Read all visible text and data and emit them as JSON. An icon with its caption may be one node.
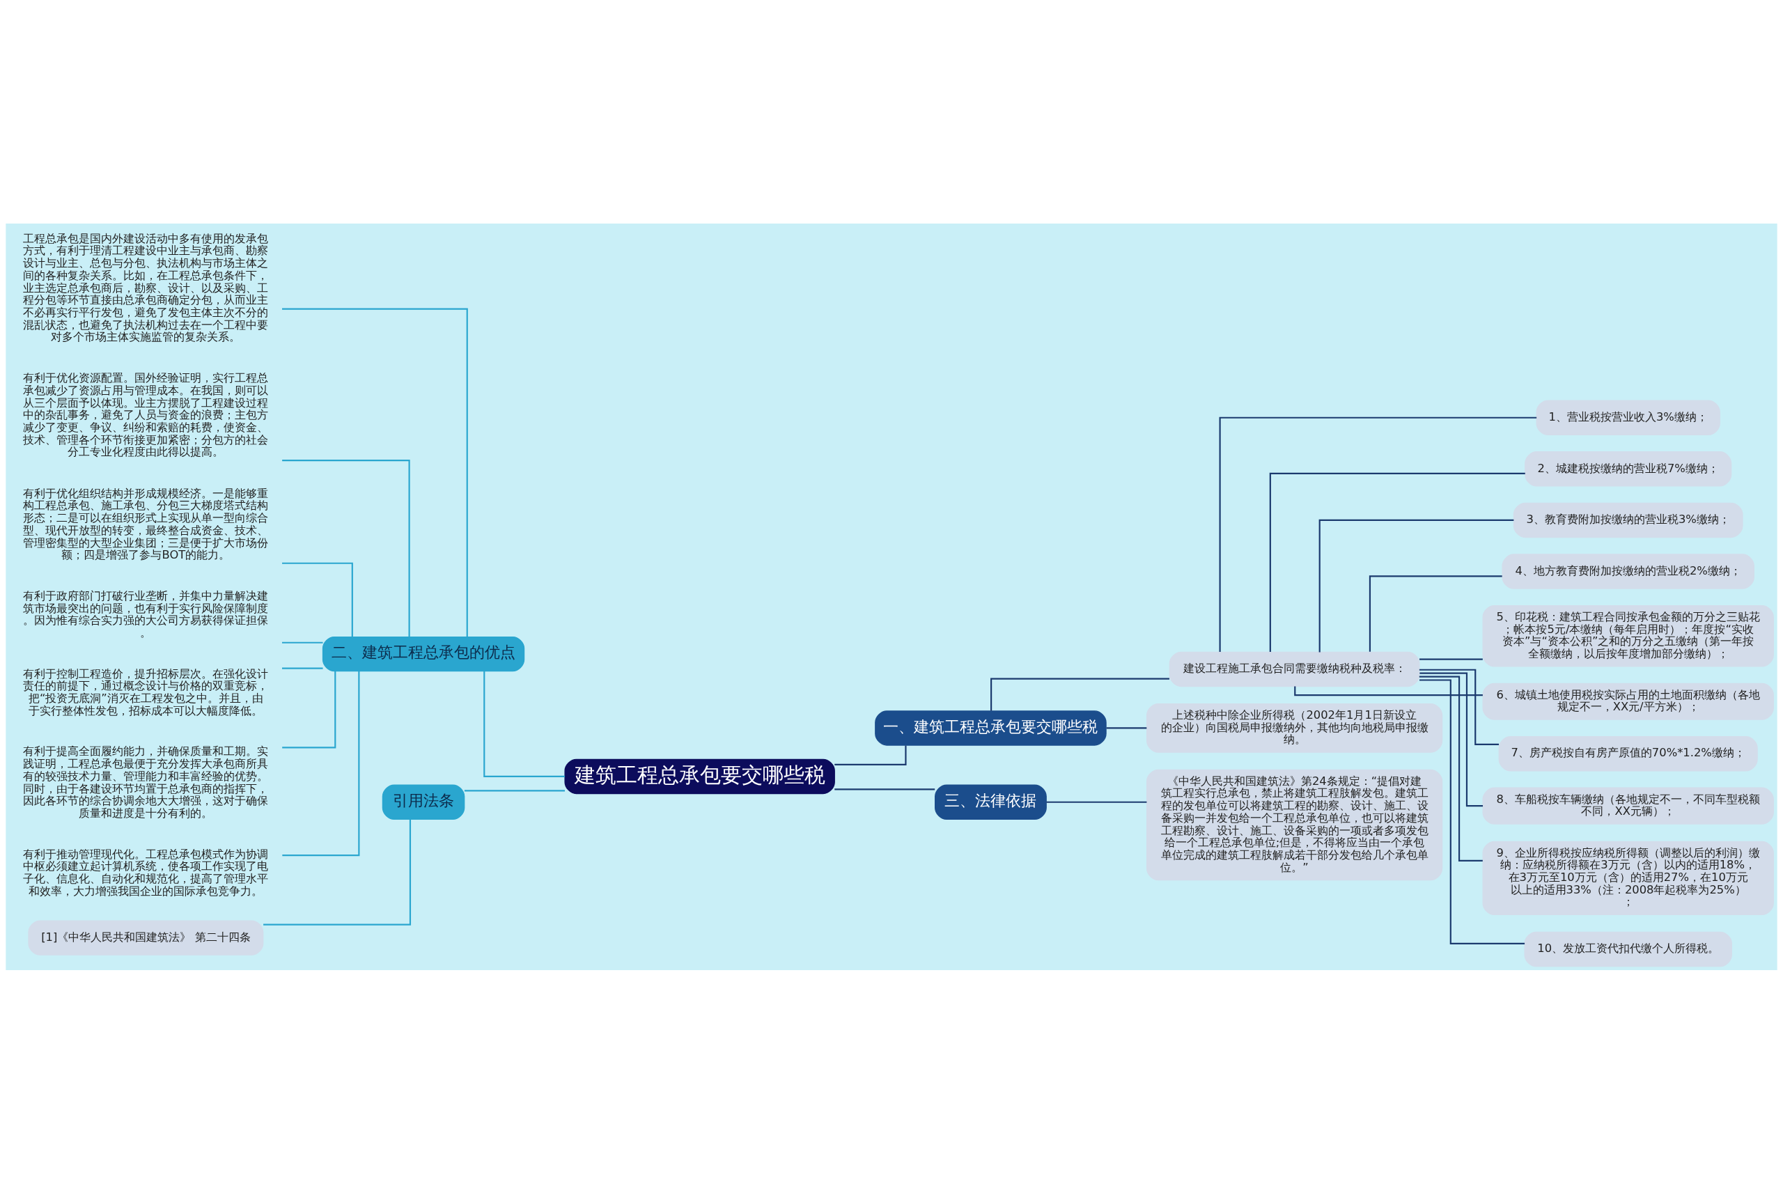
{
  "diagram": {
    "nodes": [
      {
        "text": [
          "建筑工程总承包要交哪些税"
        ]
      },
      {
        "text": [
          "一、建筑工程总承包要交哪些税"
        ]
      },
      {
        "text": [
          "建设工程施工承包合同需要缴纳税种及税率："
        ]
      },
      {
        "text": [
          "1、营业税按营业收入3%缴纳；"
        ]
      },
      {
        "text": [
          "2、城建税按缴纳的营业税7%缴纳；"
        ]
      },
      {
        "text": [
          "3、教育费附加按缴纳的营业税3%缴纳；"
        ]
      },
      {
        "text": [
          "4、地方教育费附加按缴纳的营业税2%缴纳；"
        ]
      },
      {
        "text": [
          "5、印花税：建筑工程合同按承包金额的万分之三贴花；帐本按5元/本缴纳（每年启用时）；年度按“实收资本”与“资本公积”之和的万分之五缴纳（第一年按全额缴纳，以后按年度增加部分缴纳）；"
        ]
      },
      {
        "text": [
          "6、城镇土地使用税按实际占用的土地面积缴纳（各地规定不一，XX元/平方米）；"
        ]
      },
      {
        "text": [
          "7、房产税按自有房产原值的70%*1.2%缴纳；"
        ]
      },
      {
        "text": [
          "8、车船税按车辆缴纳（各地规定不一，不同车型税额不同，XX元辆）；"
        ]
      },
      {
        "text": [
          "9、企业所得税按应纳税所得额（调整以后的利润）缴纳：应纳税所得额在3万元（含）以内的适用18%，在3万元至10万元（含）的适用27%，在10万元以上的适用33%（注：2008年起税率为25%）；"
        ]
      },
      {
        "text": [
          "10、发放工资代扣代缴个人所得税。"
        ]
      },
      {
        "text": [
          "上述税种中除企业所得税（2002年1月1日新设立的企业）向国税局申报缴纳外，其他均向地税局申报缴纳。"
        ]
      },
      {
        "text": [
          "三、法律依据"
        ]
      },
      {
        "text": [
          "《中华人民共和国建筑法》第24条规定：“提倡对建筑工程实行总承包，禁止将建筑工程肢解发包。建筑工程的发包单位可以将建筑工程的勘察、设计、施工、设备采购一并发包给一个工程总承包单位，也可以将建筑工程勘察、设计、施工、设备采购的一项或者多项发包给一个工程总承包单位;但是，不得将应当由一个承包单位完成的建筑工程肢解成若干部分发包给几个承包单位。”"
        ]
      },
      {
        "text": [
          "二、建筑工程总承包的优点"
        ]
      },
      {
        "text": [
          "工程总承包是国内外建设活动中多有使用的发承包方式，有利于理清工程建设中业主与承包商、勘察设计与业主、总包与分包、执法机构与市场主体之间的各种复杂关系。比如，在工程总承包条件下，业主选定总承包商后，勘察、设计、以及采购、工程分包等环节直接由总承包商确定分包，从而业主不必再实行平行发包，避免了发包主体主次不分的混乱状态，也避免了执法机构过去在一个工程中要对多个市场主体实施监管的复杂关系。"
        ]
      },
      {
        "text": [
          "有利于优化资源配置。国外经验证明，实行工程总承包减少了资源占用与管理成本。在我国，则可以从三个层面予以体现。业主方摆脱了工程建设过程中的杂乱事务，避免了人员与资金的浪费；主包方减少了变更、争议、纠纷和索赔的耗费，使资金、技术、管理各个环节衔接更加紧密；分包方的社会分工专业化程度由此得以提高。"
        ]
      },
      {
        "text": [
          "有利于优化组织结构并形成规模经济。一是能够重构工程总承包、施工承包、分包三大梯度塔式结构形态；二是可以在组织形式上实现从单一型向综合型、现代开放型的转变，最终整合成资金、技术、管理密集型的大型企业集团；三是便于扩大市场份额；四是增强了参与BOT的能力。"
        ]
      },
      {
        "text": [
          "有利于政府部门打破行业垄断，并集中力量解决建筑市场最突出的问题，也有利于实行风险保障制度。因为惟有综合实力强的大公司方易获得保证担保。"
        ]
      },
      {
        "text": [
          "有利于控制工程造价，提升招标层次。在强化设计责任的前提下，通过概念设计与价格的双重竞标，把“投资无底洞”消灭在工程发包之中。并且，由于实行整体性发包，招标成本可以大幅度降低。"
        ]
      },
      {
        "text": [
          "有利于提高全面履约能力，并确保质量和工期。实践证明，工程总承包最便于充分发挥大承包商所具有的较强技术力量、管理能力和丰富经验的优势。同时，由于各建设环节均置于总承包商的指挥下，因此各环节的综合协调余地大大增强，这对于确保质量和进度是十分有利的。"
        ]
      },
      {
        "text": [
          "有利于推动管理现代化。工程总承包模式作为协调中枢必须建立起计算机系统，使各项工作实现了电子化、信息化、自动化和规范化，提高了管理水平和效率，大力增强我国企业的国际承包竞争力。"
        ]
      },
      {
        "text": [
          "引用法条"
        ]
      },
      {
        "text": [
          "[1]《中华人民共和国建筑法》 第二十四条"
        ]
      }
    ],
    "edges": [
      {
        "from": 0,
        "to": 1,
        "arrow": "none"
      },
      {
        "from": 1,
        "to": 2,
        "arrow": "none"
      },
      {
        "from": 2,
        "to": 3,
        "arrow": "none"
      },
      {
        "from": 2,
        "to": 4,
        "arrow": "none"
      },
      {
        "from": 2,
        "to": 5,
        "arrow": "none"
      },
      {
        "from": 2,
        "to": 6,
        "arrow": "none"
      },
      {
        "from": 2,
        "to": 7,
        "arrow": "none"
      },
      {
        "from": 2,
        "to": 8,
        "arrow": "none"
      },
      {
        "from": 2,
        "to": 9,
        "arrow": "none"
      },
      {
        "from": 2,
        "to": 10,
        "arrow": "none"
      },
      {
        "from": 2,
        "to": 11,
        "arrow": "none"
      },
      {
        "from": 2,
        "to": 12,
        "arrow": "none"
      },
      {
        "from": 1,
        "to": 13,
        "arrow": "none"
      },
      {
        "from": 0,
        "to": 14,
        "arrow": "none"
      },
      {
        "from": 14,
        "to": 15,
        "arrow": "none"
      },
      {
        "from": 0,
        "to": 16,
        "arrow": "none",
        "color": "#2aa6cf"
      },
      {
        "from": 16,
        "to": 17,
        "arrow": "none",
        "color": "#2aa6cf"
      },
      {
        "from": 16,
        "to": 18,
        "arrow": "none",
        "color": "#2aa6cf"
      },
      {
        "from": 16,
        "to": 19,
        "arrow": "none",
        "color": "#2aa6cf"
      },
      {
        "from": 16,
        "to": 20,
        "arrow": "none",
        "color": "#2aa6cf"
      },
      {
        "from": 16,
        "to": 21,
        "arrow": "none",
        "color": "#2aa6cf"
      },
      {
        "from": 16,
        "to": 22,
        "arrow": "none",
        "color": "#2aa6cf"
      },
      {
        "from": 16,
        "to": 23,
        "arrow": "none",
        "color": "#2aa6cf"
      },
      {
        "from": 0,
        "to": 24,
        "arrow": "none",
        "color": "#2aa6cf"
      },
      {
        "from": 24,
        "to": 25,
        "arrow": "none",
        "color": "#2aa6cf"
      }
    ]
  }
}
